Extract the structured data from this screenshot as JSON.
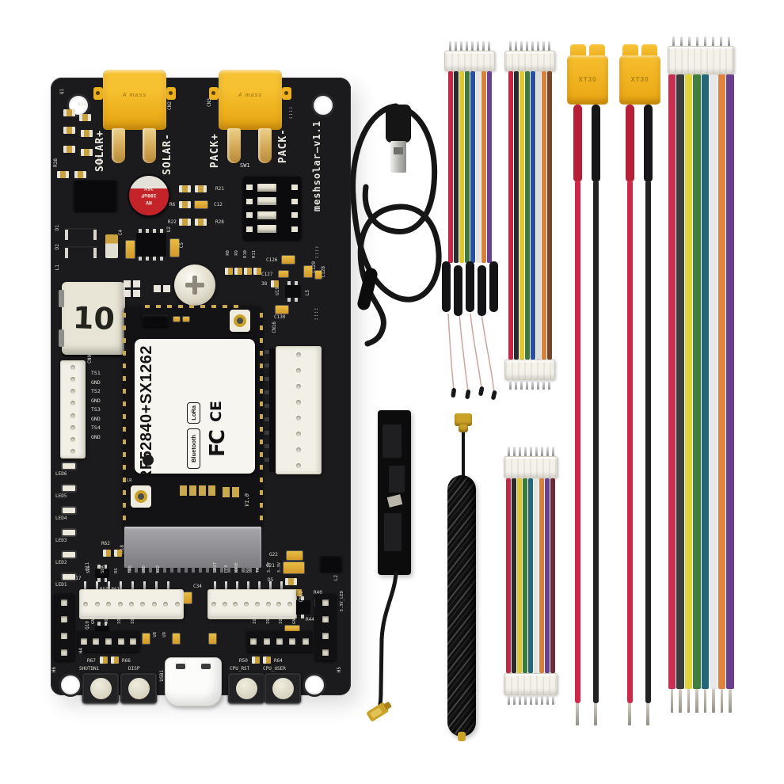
{
  "photo": {
    "background": "#ffffff"
  },
  "pcb": {
    "board_color": "#1b1b1d",
    "version_label": "meshsolar—v1.1",
    "version_dots": "::::",
    "xt30_brand": "A mass",
    "labels": {
      "cn2": "CN2",
      "cn3": "CN3",
      "sw1": "SW1",
      "cn9": "CN9",
      "cn16": "CN16",
      "cn17": "CN17",
      "cn12": "CN12",
      "cn13": "CN13",
      "usb1": "USB1",
      "h4": "H4",
      "h5": "H5",
      "h6": "H6",
      "c34": "C34",
      "shutdn1": "SHUTDN1",
      "disp": "DISP",
      "cpu_rst": "CPU_RST",
      "cpu_user": "CPU_USER",
      "solar_plus": "SOLAR+",
      "solar_minus": "SOLAR-",
      "pack_plus": "PACK+",
      "pack_minus": "PACK-"
    },
    "capacitor_marking": {
      "line1": "HV",
      "line2": "100uF",
      "line3": "25V"
    },
    "inductor_marking": "10",
    "module": {
      "name": "nRF52840+SX1262",
      "badge_bluetooth": "Bluetooth",
      "badge_lora": "LoRa",
      "fcc": "FC",
      "ce": "CE",
      "version": "V1.0",
      "lr": "LR"
    },
    "test_points": [
      "TS1",
      "GND",
      "TS2",
      "GND",
      "TS3",
      "GND",
      "TS4",
      "GND"
    ],
    "leds": [
      "LED6",
      "LED5",
      "LED4",
      "LED3",
      "LED2",
      "LED1"
    ],
    "io_left": [
      "GND",
      "IO4",
      "IO5",
      "IO6"
    ],
    "io_right": [
      "IO3",
      "IO2",
      "IO1",
      "GND"
    ],
    "cn17_pin_labels": [
      "SCL",
      "SDA",
      "RS",
      "TRS",
      "GND",
      "VC2"
    ],
    "cn12_pin_labels": [
      "GRST",
      "PPS",
      "WAKE",
      "RX",
      "TX",
      "3.3V",
      "3.3V"
    ],
    "refs": {
      "q1": "Q1",
      "r94": "R94",
      "r38": "R38",
      "r92": "R92",
      "d1": "D1",
      "d2": "D2",
      "l1": "L1",
      "c4": "C4",
      "u2": "U2",
      "c5": "C5",
      "r6": "R6",
      "r21": "R21",
      "c12": "C12",
      "r22": "R22",
      "r28": "R28",
      "r8": "R8",
      "r9": "R9",
      "r10": "R10",
      "r11": "R11",
      "c126": "C126",
      "c127": "C127",
      "n38": "38",
      "c129": "C129",
      "c128": "C128",
      "u19": "U19",
      "c130": "C130",
      "l5": "L5",
      "r62": "R62",
      "r18": "R18",
      "q11": "Q11",
      "r59_61": "R59 R61",
      "r60": "R60",
      "q10": "Q10",
      "r63": "R63",
      "g22": "G22",
      "g21": "G21",
      "d5": "D5",
      "r43": "R43",
      "r40": "R40",
      "c19": "C19",
      "g20": "G20",
      "c25": "C25",
      "l2": "L2",
      "r44": "R44",
      "led_rail": "3.3V_LED",
      "r67": "R67",
      "r66": "R66",
      "r50": "R50",
      "r64": "R64",
      "u8": "U8",
      "u9": "U9"
    }
  },
  "accessories": {
    "usb_cable": {
      "color": "#151515"
    },
    "thermistor_cable": {
      "wire_colors": [
        "#c22745",
        "#2b2b2d",
        "#dcc832",
        "#3c7a3c",
        "#2a4fa0",
        "#e4e4e4",
        "#d9803a",
        "#6b3f93"
      ],
      "probe_count": 4
    },
    "jst_cable_double": {
      "wire_colors": [
        "#c22745",
        "#2b2b2d",
        "#dcc832",
        "#3c7a3c",
        "#2a4fa0",
        "#dddddd",
        "#d9803a",
        "#7a4526"
      ]
    },
    "xt30_pigtail": {
      "molded_text": "XT30",
      "red": "#d02848",
      "black": "#232325"
    },
    "rainbow_cable": {
      "wire_colors": [
        "#c73052",
        "#3c3c3e",
        "#e0d23c",
        "#3f8040",
        "#226878",
        "#e8e8e8",
        "#de8440",
        "#6a3f8e"
      ]
    },
    "bottom_jst_cable": {
      "wire_colors": [
        "#c22745",
        "#2b2b2d",
        "#dcc832",
        "#3c7a3c",
        "#226878",
        "#e4e4e4",
        "#d9803a",
        "#6b3f93",
        "#6e2a38"
      ]
    }
  }
}
